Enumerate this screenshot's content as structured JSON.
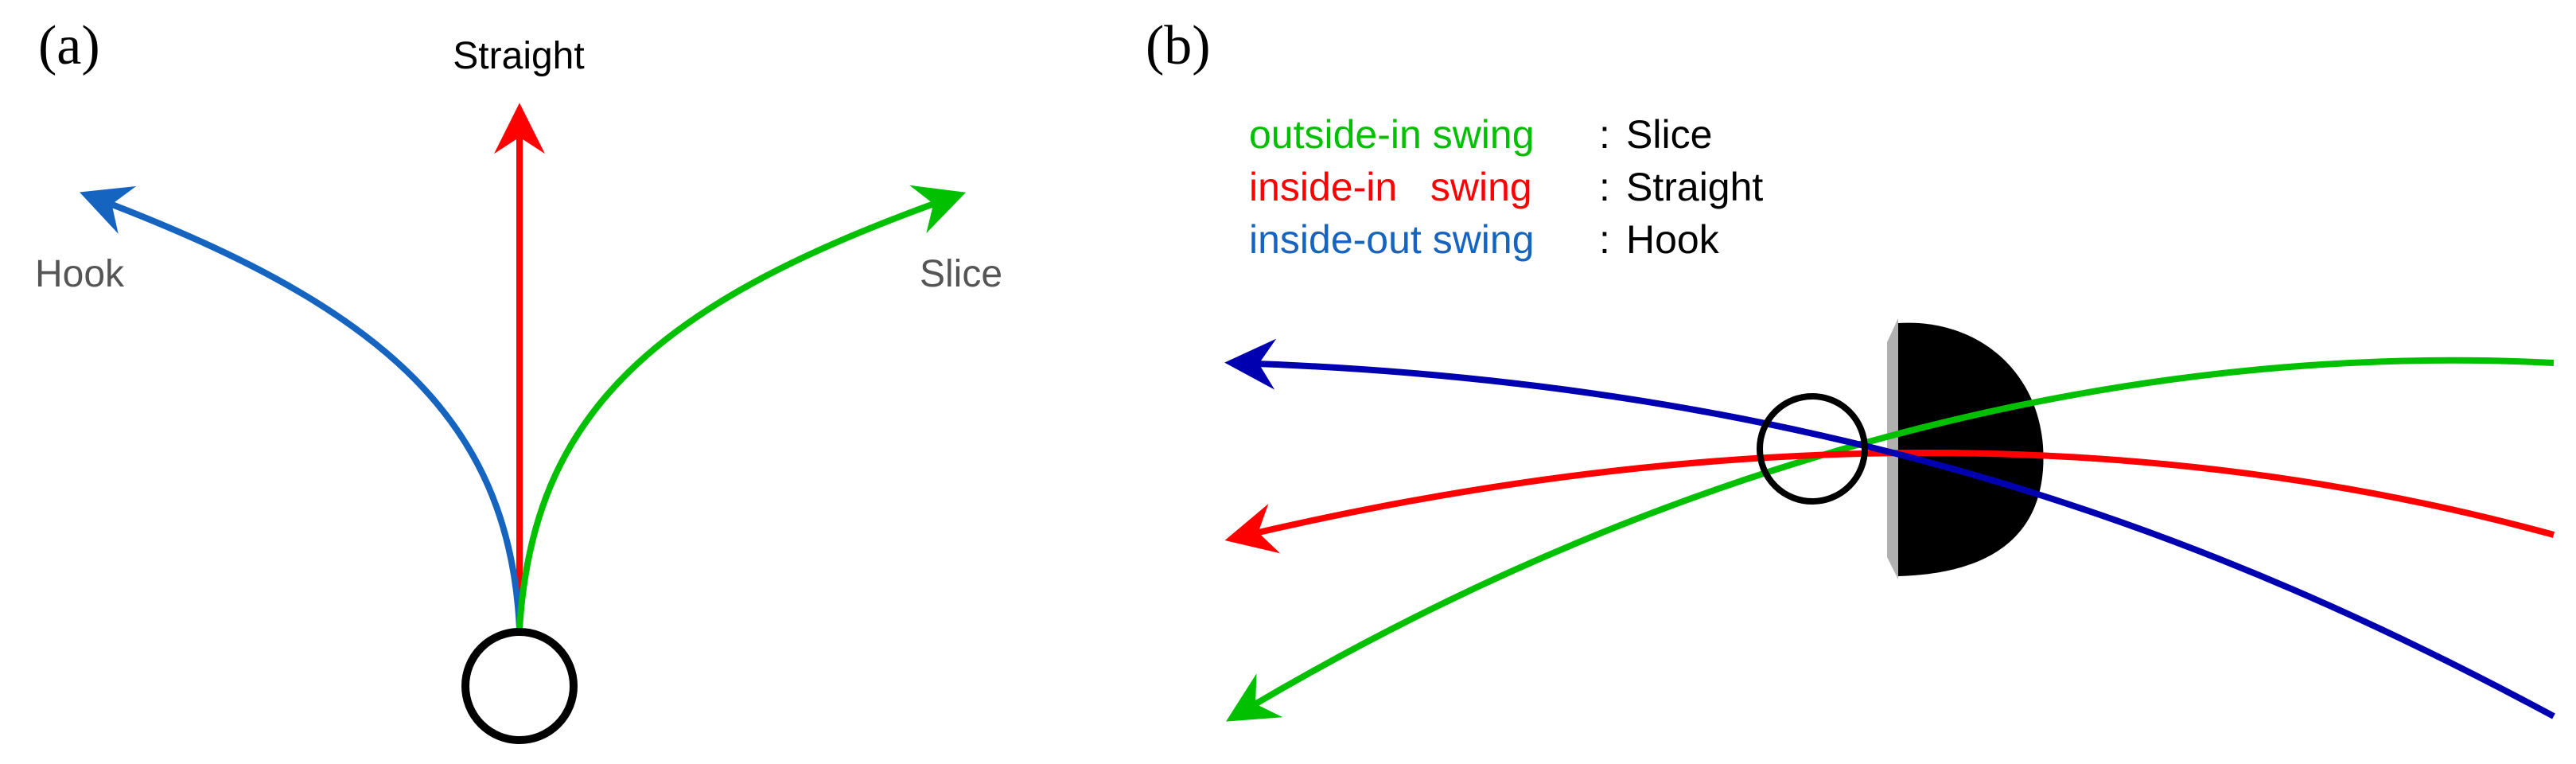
{
  "panel_a": {
    "label": "(a)",
    "labels": {
      "straight": "Straight",
      "hook": "Hook",
      "slice": "Slice"
    }
  },
  "panel_b": {
    "label": "(b)",
    "legend": [
      {
        "swing": "outside-in swing",
        "separator": ":",
        "result": "Slice"
      },
      {
        "swing": "inside-in   swing",
        "separator": ":",
        "result": "Straight"
      },
      {
        "swing": "inside-out swing",
        "separator": ":",
        "result": "Hook"
      }
    ]
  },
  "colors": {
    "straight": "#ff0000",
    "hook_a": "#1565c0",
    "slice": "#00c000",
    "hook_b": "#0000b0",
    "label_gray": "#555555",
    "outline": "#000000"
  }
}
